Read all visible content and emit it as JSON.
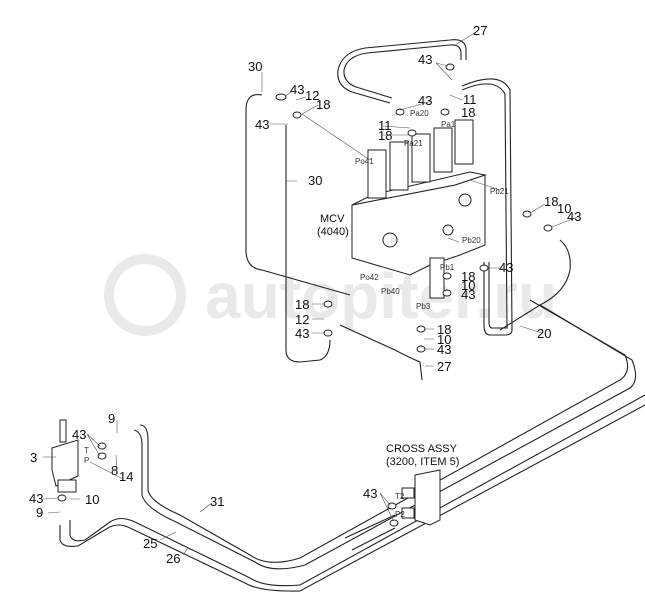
{
  "watermark": "autopiter.ru",
  "components": {
    "mcv_name": "MCV",
    "mcv_code": "(4040)",
    "cross_assy_name": "CROSS ASSY",
    "cross_assy_ref": "(3200, ITEM 5)"
  },
  "ports": {
    "pa20": "Pa20",
    "pa1": "Pa1",
    "pa21": "Pa21",
    "po41": "Po41",
    "pb21": "Pb21",
    "pb20": "Pb20",
    "pb1": "Pb1",
    "po42": "Po42",
    "pb40": "Pb40",
    "pb3": "Pb3",
    "t": "T",
    "p": "P",
    "t2": "T2",
    "p2": "P2"
  },
  "callouts": {
    "c27a": "27",
    "c43a": "43",
    "c11a": "11",
    "c18a": "18",
    "c43b": "43",
    "c11b": "11",
    "c18b": "18",
    "c30a": "30",
    "c43c": "43",
    "c12a": "12",
    "c18c": "18",
    "c43d": "43",
    "c30b": "30",
    "c18d": "18",
    "c10a": "10",
    "c43e": "43",
    "c43f": "43",
    "c18e": "18",
    "c10b": "10",
    "c43g": "43",
    "c18f": "18",
    "c12b": "12",
    "c43h": "43",
    "c18g": "18",
    "c10c": "10",
    "c43i": "43",
    "c27b": "27",
    "c20": "20",
    "c9a": "9",
    "c43j": "43",
    "c3": "3",
    "c8": "8",
    "c14": "14",
    "c43k": "43",
    "c10d": "10",
    "c9b": "9",
    "c31": "31",
    "c25": "25",
    "c26": "26",
    "c43l": "43"
  }
}
